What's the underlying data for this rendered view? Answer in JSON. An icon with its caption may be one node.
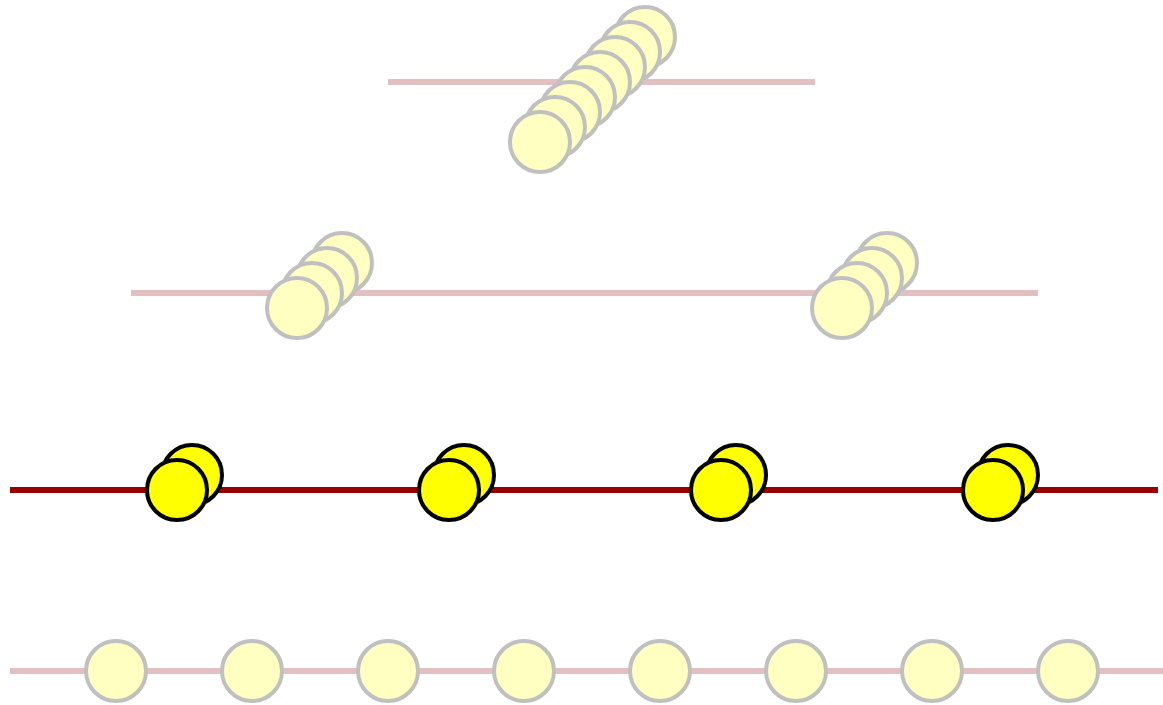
{
  "diagram": {
    "nodes": [
      {
        "text": [],
        "shape": "circle"
      },
      {
        "text": [],
        "shape": "circle"
      },
      {
        "text": [],
        "shape": "circle"
      },
      {
        "text": [],
        "shape": "circle"
      },
      {
        "text": [],
        "shape": "circle"
      },
      {
        "text": [],
        "shape": "circle"
      },
      {
        "text": [],
        "shape": "circle"
      },
      {
        "text": [],
        "shape": "circle"
      },
      {
        "text": [],
        "shape": "circle"
      },
      {
        "text": [],
        "shape": "circle"
      },
      {
        "text": [],
        "shape": "circle"
      },
      {
        "text": [],
        "shape": "circle"
      },
      {
        "text": [],
        "shape": "circle"
      },
      {
        "text": [],
        "shape": "circle"
      },
      {
        "text": [],
        "shape": "circle"
      },
      {
        "text": [],
        "shape": "circle"
      },
      {
        "text": [],
        "shape": "circle"
      },
      {
        "text": [],
        "shape": "circle"
      },
      {
        "text": [],
        "shape": "circle"
      },
      {
        "text": [],
        "shape": "circle"
      },
      {
        "text": [],
        "shape": "circle"
      },
      {
        "text": [],
        "shape": "circle"
      },
      {
        "text": [],
        "shape": "circle"
      },
      {
        "text": [],
        "shape": "circle"
      },
      {
        "text": [],
        "shape": "circle"
      },
      {
        "text": [],
        "shape": "circle"
      },
      {
        "text": [],
        "shape": "circle"
      },
      {
        "text": [],
        "shape": "circle"
      },
      {
        "text": [],
        "shape": "circle"
      },
      {
        "text": [],
        "shape": "circle"
      },
      {
        "text": [],
        "shape": "circle"
      },
      {
        "text": [],
        "shape": "circle"
      }
    ]
  }
}
